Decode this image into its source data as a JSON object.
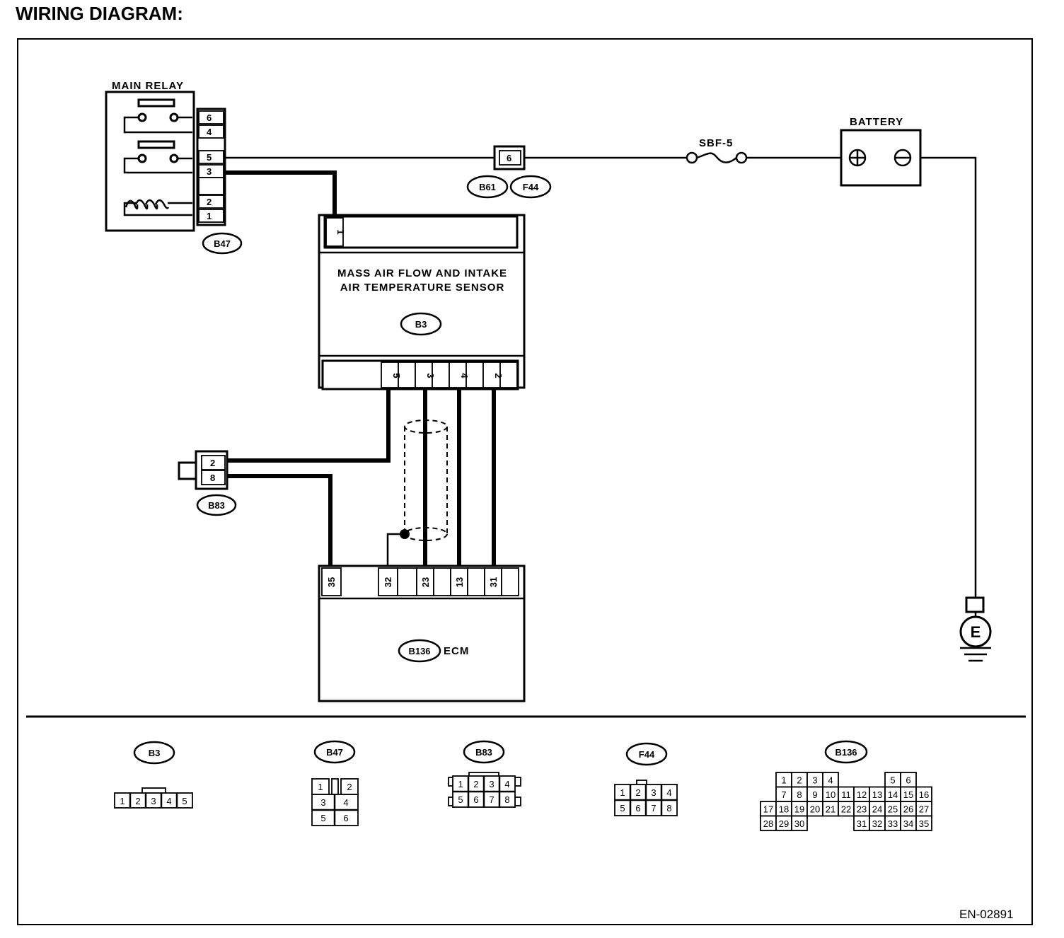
{
  "title": "WIRING DIAGRAM:",
  "labels": {
    "main_relay": "MAIN RELAY",
    "battery": "BATTERY",
    "fuse": "SBF-5",
    "sensor_line1": "MASS AIR FLOW AND INTAKE",
    "sensor_line2": "AIR TEMPERATURE SENSOR",
    "ecm": "ECM",
    "ground": "E"
  },
  "connectors": {
    "b47": "B47",
    "b61": "B61",
    "f44": "F44",
    "b3": "B3",
    "b83": "B83",
    "b136": "B136"
  },
  "pins": {
    "main_relay": [
      "6",
      "4",
      "5",
      "3",
      "2",
      "1"
    ],
    "b61_f44": "6",
    "sensor_top": "1",
    "sensor_bottom": [
      "5",
      "3",
      "4",
      "2"
    ],
    "b83": [
      "2",
      "8"
    ],
    "ecm": [
      "35",
      "32",
      "23",
      "13",
      "31"
    ]
  },
  "connector_views": {
    "b3": [
      "1",
      "2",
      "3",
      "4",
      "5"
    ],
    "b47": [
      [
        "1",
        "2"
      ],
      [
        "3",
        "4"
      ],
      [
        "5",
        "6"
      ]
    ],
    "b83": [
      [
        "1",
        "2",
        "3",
        "4"
      ],
      [
        "5",
        "6",
        "7",
        "8"
      ]
    ],
    "f44": [
      [
        "1",
        "2",
        "3",
        "4"
      ],
      [
        "5",
        "6",
        "7",
        "8"
      ]
    ],
    "b136": {
      "row1_left": [
        "1",
        "2",
        "3",
        "4"
      ],
      "row1_right": [
        "5",
        "6"
      ],
      "row2": [
        "7",
        "8",
        "9",
        "10",
        "11",
        "12",
        "13",
        "14",
        "15",
        "16"
      ],
      "row3": [
        "17",
        "18",
        "19",
        "20",
        "21",
        "22",
        "23",
        "24",
        "25",
        "26",
        "27"
      ],
      "row4_left": [
        "28",
        "29",
        "30"
      ],
      "row4_right": [
        "31",
        "32",
        "33",
        "34",
        "35"
      ]
    }
  },
  "code": "EN-02891"
}
